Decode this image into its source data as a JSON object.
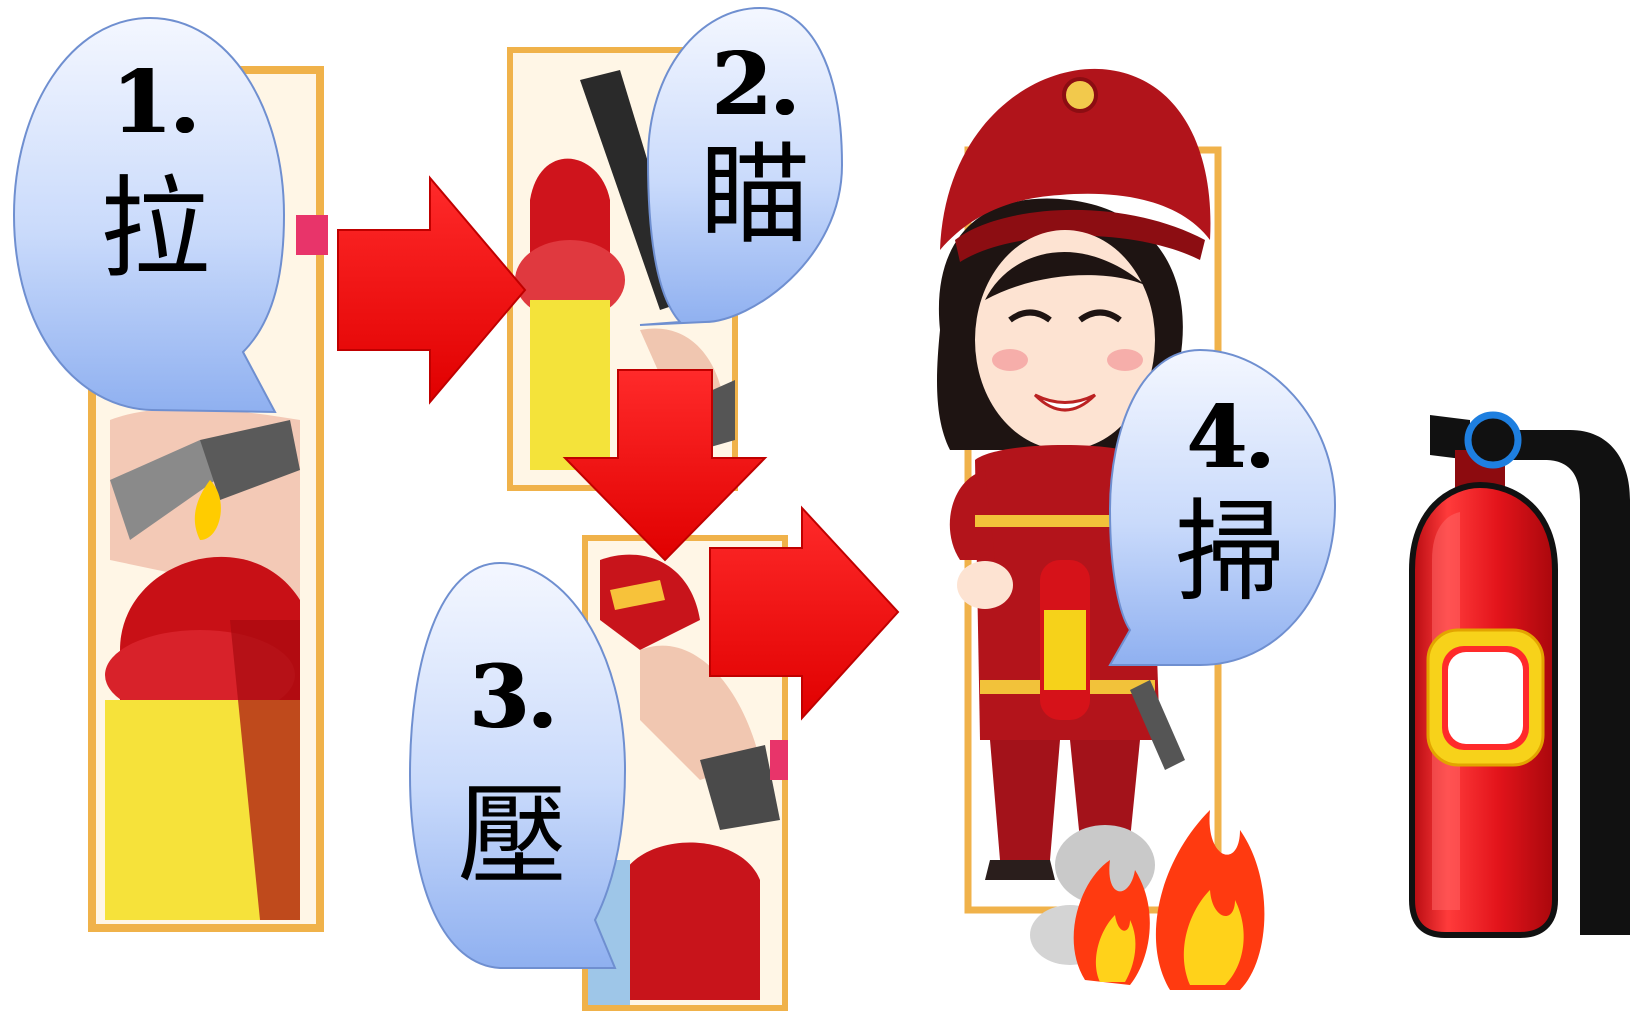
{
  "steps": [
    {
      "number": "1.",
      "char": "拉"
    },
    {
      "number": "2.",
      "char": "瞄"
    },
    {
      "number": "3.",
      "char": "壓"
    },
    {
      "number": "4.",
      "char": "掃"
    }
  ],
  "colors": {
    "bubble_top": "#f2f6ff",
    "bubble_bottom": "#8fb2f2",
    "bubble_stroke": "#6f8fd0",
    "arrow": "#ff1010",
    "frame": "#f0b24a",
    "extinguisher_red": "#e8141c",
    "extinguisher_label": "#f7d21a"
  }
}
